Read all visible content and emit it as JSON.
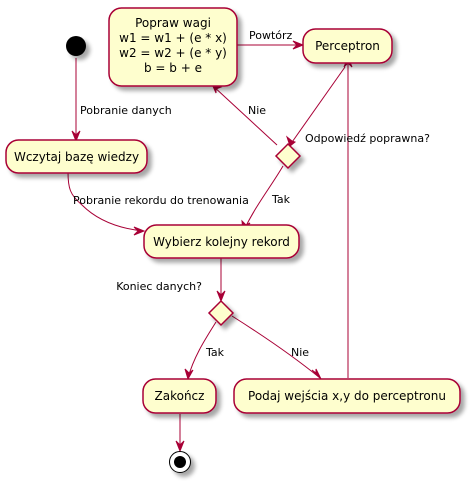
{
  "colors": {
    "node_fill": "#FEFECE",
    "border": "#A80036",
    "start_end": "#000000"
  },
  "nodes": {
    "update": [
      "Popraw wagi",
      "w1 = w1 + (e * x)",
      "w2 = w2 + (e * y)",
      "b = b + e"
    ],
    "perceptron": "Perceptron",
    "load": "Wczytaj bazę wiedzy",
    "next_record": "Wybierz kolejny rekord",
    "finish": "Zakończ",
    "feed_inputs": "Podaj wejścia x,y do perceptronu"
  },
  "decisions": {
    "answer_correct": "Odpowiedź poprawna?",
    "end_of_data": "Koniec danych?"
  },
  "edges": {
    "repeat": "Powtórz",
    "fetch_data": "Pobranie danych",
    "fetch_training_record": "Pobranie rekordu do trenowania",
    "no_1": "Nie",
    "yes_1": "Tak",
    "yes_2": "Tak",
    "no_2": "Nie"
  }
}
